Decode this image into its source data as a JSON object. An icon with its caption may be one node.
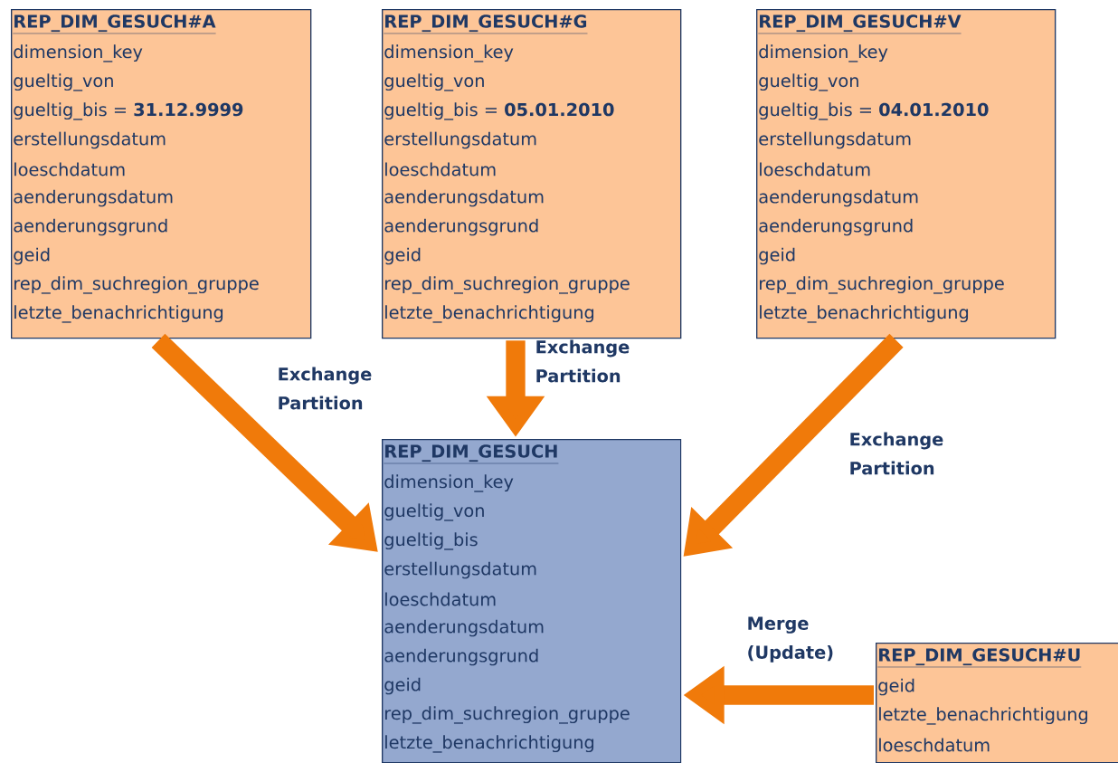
{
  "diagram": {
    "nodes": [
      {
        "text": [
          "REP_DIM_GESUCH#A",
          "dimension_key",
          "gueltig_von",
          "gueltig_bis = **31.12.9999**",
          "erstellungsdatum",
          "loeschdatum",
          "aenderungsdatum",
          "aenderungsgrund",
          "geid",
          "rep_dim_suchregion_gruppe",
          "letzte_benachrichtigung"
        ]
      },
      {
        "text": [
          "REP_DIM_GESUCH#G",
          "dimension_key",
          "gueltig_von",
          "gueltig_bis = **05.01.2010**",
          "erstellungsdatum",
          "loeschdatum",
          "aenderungsdatum",
          "aenderungsgrund",
          "geid",
          "rep_dim_suchregion_gruppe",
          "letzte_benachrichtigung"
        ]
      },
      {
        "text": [
          "REP_DIM_GESUCH#V",
          "dimension_key",
          "gueltig_von",
          "gueltig_bis = **04.01.2010**",
          "erstellungsdatum",
          "loeschdatum",
          "aenderungsdatum",
          "aenderungsgrund",
          "geid",
          "rep_dim_suchregion_gruppe",
          "letzte_benachrichtigung"
        ]
      },
      {
        "text": [
          "REP_DIM_GESUCH",
          "dimension_key",
          "gueltig_von",
          "gueltig_bis",
          "erstellungsdatum",
          "loeschdatum",
          "aenderungsdatum",
          "aenderungsgrund",
          "geid",
          "rep_dim_suchregion_gruppe",
          "letzte_benachrichtigung"
        ]
      },
      {
        "text": [
          "REP_DIM_GESUCH#U",
          "geid",
          "letzte_benachrichtigung",
          "loeschdatum"
        ]
      }
    ],
    "edges": [
      {
        "from": 0,
        "to": 3,
        "arrow": "to",
        "label": "Exchange Partition"
      },
      {
        "from": 1,
        "to": 3,
        "arrow": "to",
        "label": "Exchange Partition"
      },
      {
        "from": 2,
        "to": 3,
        "arrow": "to",
        "label": "Exchange Partition"
      },
      {
        "from": 4,
        "to": 3,
        "arrow": "to",
        "label": "Merge (Update)"
      }
    ]
  }
}
